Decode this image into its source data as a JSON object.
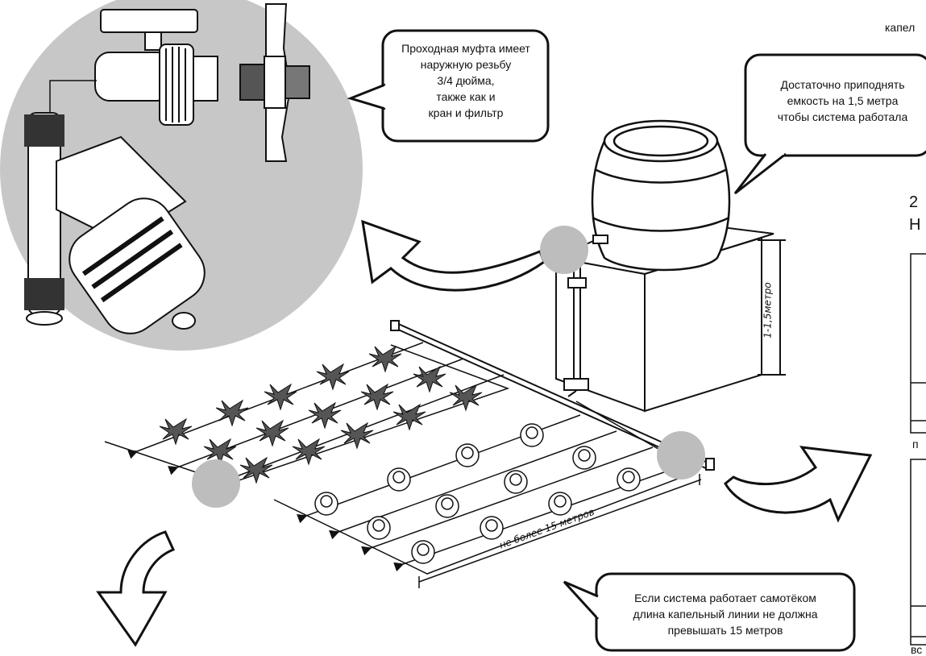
{
  "callouts": {
    "coupling": {
      "line1": "Проходная муфта имеет",
      "line2": "наружную резьбу",
      "line3": "3/4 дюйма,",
      "line4": "также как и",
      "line5": "кран и фильтр"
    },
    "tank": {
      "line1": "Достаточно приподнять",
      "line2": "емкость на 1,5 метра",
      "line3": "чтобы система работала"
    },
    "gravity": {
      "line1": "Если система работает самотёком",
      "line2": "длина капельный линии не должна",
      "line3": "превышать 15 метров"
    }
  },
  "labels": {
    "height": "1-1,5метро",
    "length": "не более 15 метров"
  },
  "edge_fragments": {
    "top_right": "капел",
    "heading_num": "2",
    "heading_letter": "Н",
    "panel_one": "п",
    "panel_two": "вс"
  },
  "colors": {
    "zoom_circle": "#c7c7c7",
    "marker": "#bdbdbd",
    "line": "#111111",
    "bubble_fill": "#ffffff"
  }
}
